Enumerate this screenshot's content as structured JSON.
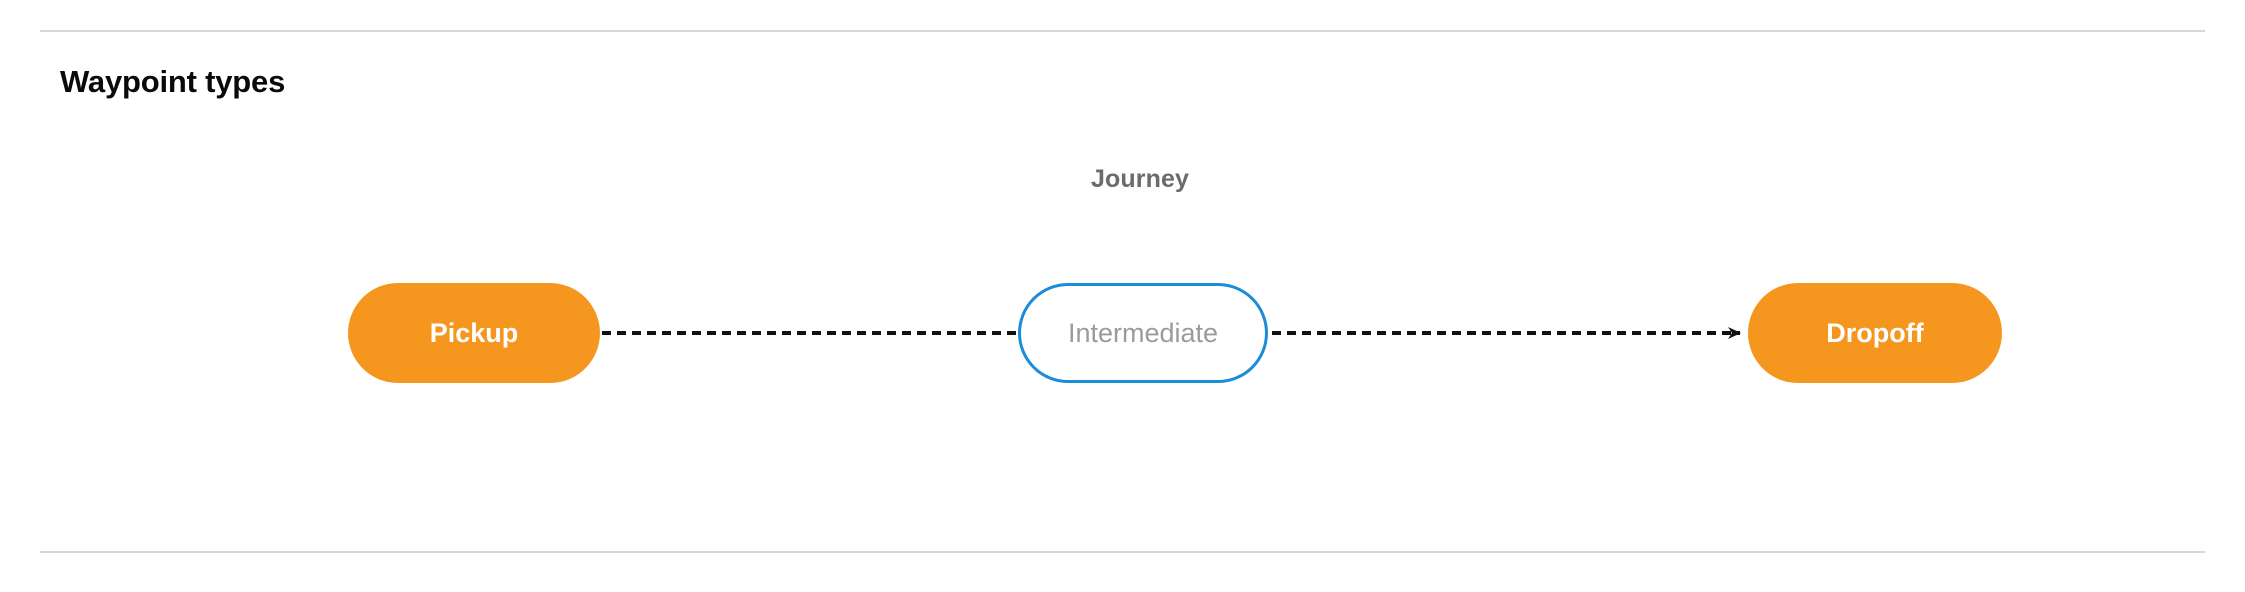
{
  "section": {
    "title": "Waypoint types"
  },
  "diagram": {
    "group_label": "Journey",
    "nodes": [
      {
        "id": "pickup",
        "label": "Pickup",
        "style": "filled",
        "color": "#F5971F",
        "text_color": "#FFFFFF"
      },
      {
        "id": "intermediate",
        "label": "Intermediate",
        "style": "outlined",
        "color": "#1A8CD8",
        "text_color": "#9B9B9B"
      },
      {
        "id": "dropoff",
        "label": "Dropoff",
        "style": "filled",
        "color": "#F5971F",
        "text_color": "#FFFFFF"
      }
    ],
    "edges": [
      {
        "from": "pickup",
        "to": "intermediate",
        "style": "dashed",
        "arrowhead": false
      },
      {
        "from": "intermediate",
        "to": "dropoff",
        "style": "dashed",
        "arrowhead": true
      }
    ],
    "edge_color": "#111111"
  },
  "colors": {
    "divider": "#D7D7D9",
    "title": "#0A0A0A",
    "group_label": "#6B6B6B"
  }
}
